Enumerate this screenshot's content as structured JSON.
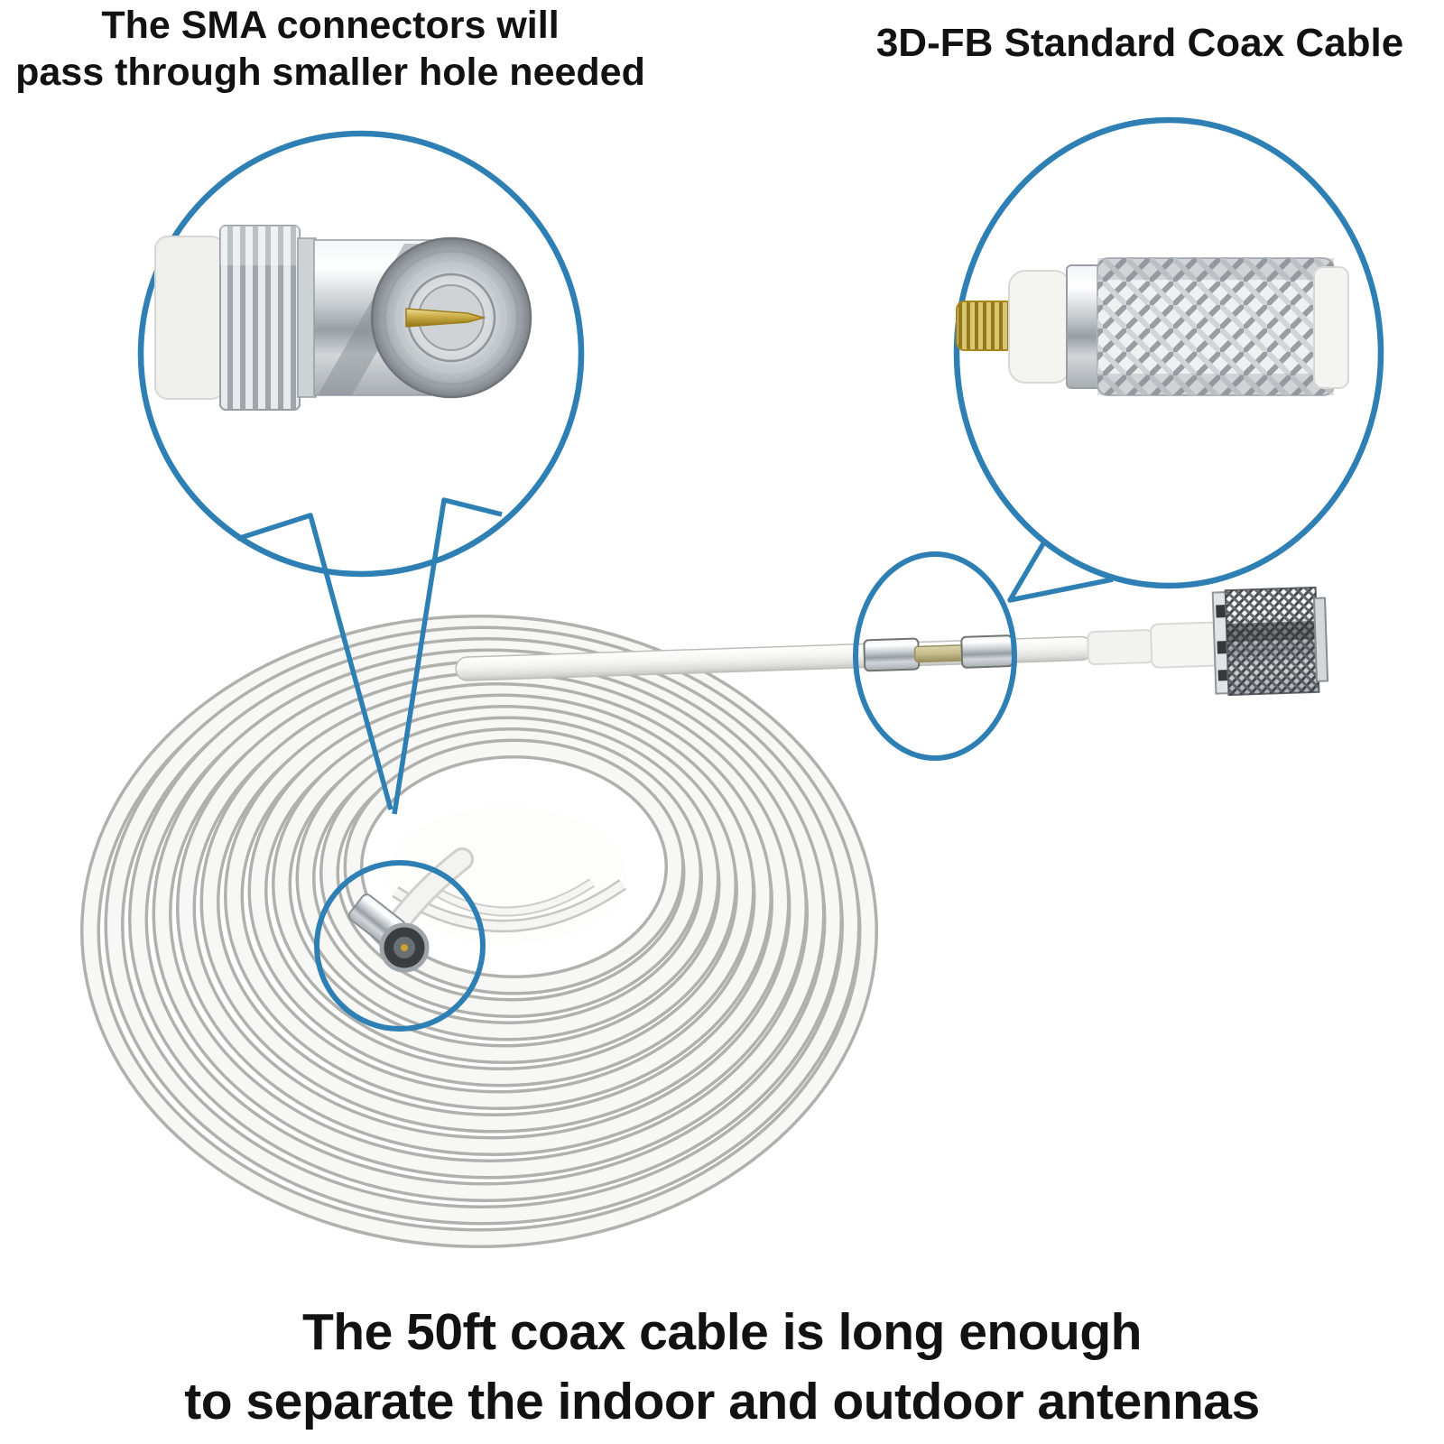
{
  "colors": {
    "background": "#ffffff",
    "callout_blue": "#2e7fb4",
    "text": "#121212",
    "gold": "#c9a42e",
    "pale_gold": "#c6bb8a",
    "cable_white": "#f7f7f5",
    "seam_gray": "#b0b0ad"
  },
  "annotations": {
    "sma_note": {
      "line1": "The SMA connectors will",
      "line2": "pass through smaller hole needed"
    },
    "coax_note": "3D-FB Standard Coax Cable",
    "length_note": {
      "line1": "The 50ft coax cable is long enough",
      "line2": "to separate the indoor and outdoor antennas"
    }
  }
}
